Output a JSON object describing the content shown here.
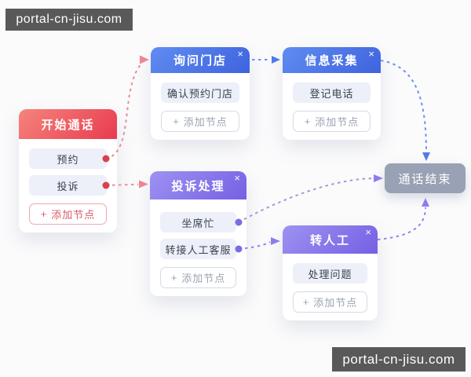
{
  "watermarks": {
    "top_left": "portal-cn-jisu.com",
    "bottom_right": "portal-cn-jisu.com"
  },
  "icons": {
    "close": "×",
    "plus": "+"
  },
  "colors": {
    "canvas_bg": "#fbfbfc",
    "red_header": "#e93b4e",
    "blue_header": "#4a78e8",
    "purple_header": "#8071ea",
    "item_pill_bg": "#edf0f8",
    "end_node_bg": "#99a1b4",
    "red_accent": "#d8404e",
    "blue_accent": "#4f7beb",
    "purple_accent": "#7a6ce2",
    "watermark_bg": "#595959"
  },
  "nodes": {
    "start": {
      "title": "开始通话",
      "items": [
        "预约",
        "投诉"
      ],
      "add_label": "添加节点"
    },
    "ask_store": {
      "title": "询问门店",
      "items": [
        "确认预约门店"
      ],
      "add_label": "添加节点"
    },
    "info_collect": {
      "title": "信息采集",
      "items": [
        "登记电话"
      ],
      "add_label": "添加节点"
    },
    "complaint": {
      "title": "投诉处理",
      "items": [
        "坐席忙",
        "转接人工客服"
      ],
      "add_label": "添加节点"
    },
    "transfer": {
      "title": "转人工",
      "items": [
        "处理问题"
      ],
      "add_label": "添加节点"
    },
    "end": {
      "title": "通话结束"
    }
  }
}
